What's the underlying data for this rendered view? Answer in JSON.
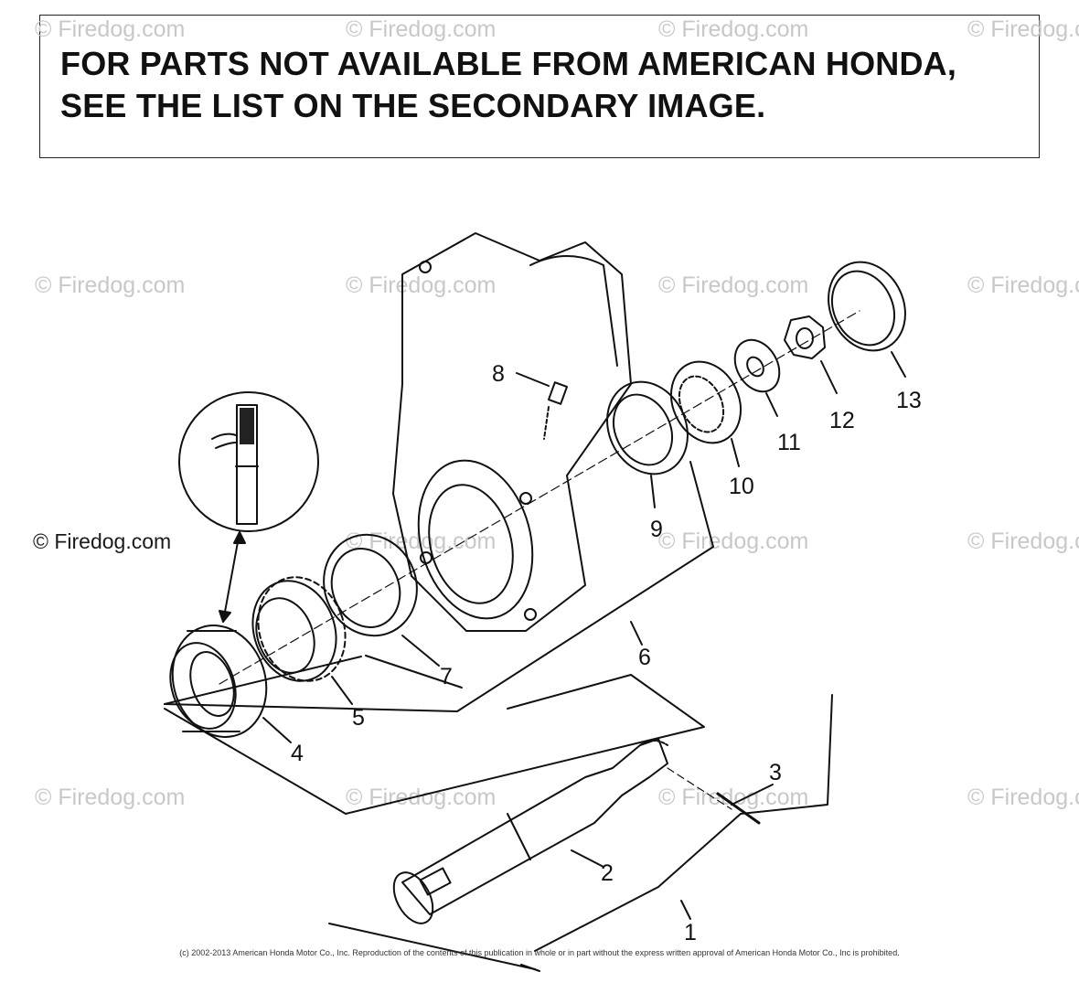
{
  "notice": {
    "line1": "FOR PARTS NOT AVAILABLE FROM AMERICAN HONDA,",
    "line2": "SEE THE LIST ON THE SECONDARY IMAGE."
  },
  "watermark": {
    "text": "© Firedog.com",
    "dark_text": "© Firedog.com"
  },
  "callouts": [
    "1",
    "2",
    "3",
    "4",
    "5",
    "6",
    "7",
    "8",
    "9",
    "10",
    "11",
    "12",
    "13"
  ],
  "copyright": "(c) 2002-2013 American Honda Motor Co., Inc. Reproduction of the contents of this publication in whole or in part without the express written approval of American Honda Motor Co., Inc is prohibited.",
  "colors": {
    "ink": "#111111",
    "watermark": "#c8c8c8",
    "background": "#ffffff"
  }
}
